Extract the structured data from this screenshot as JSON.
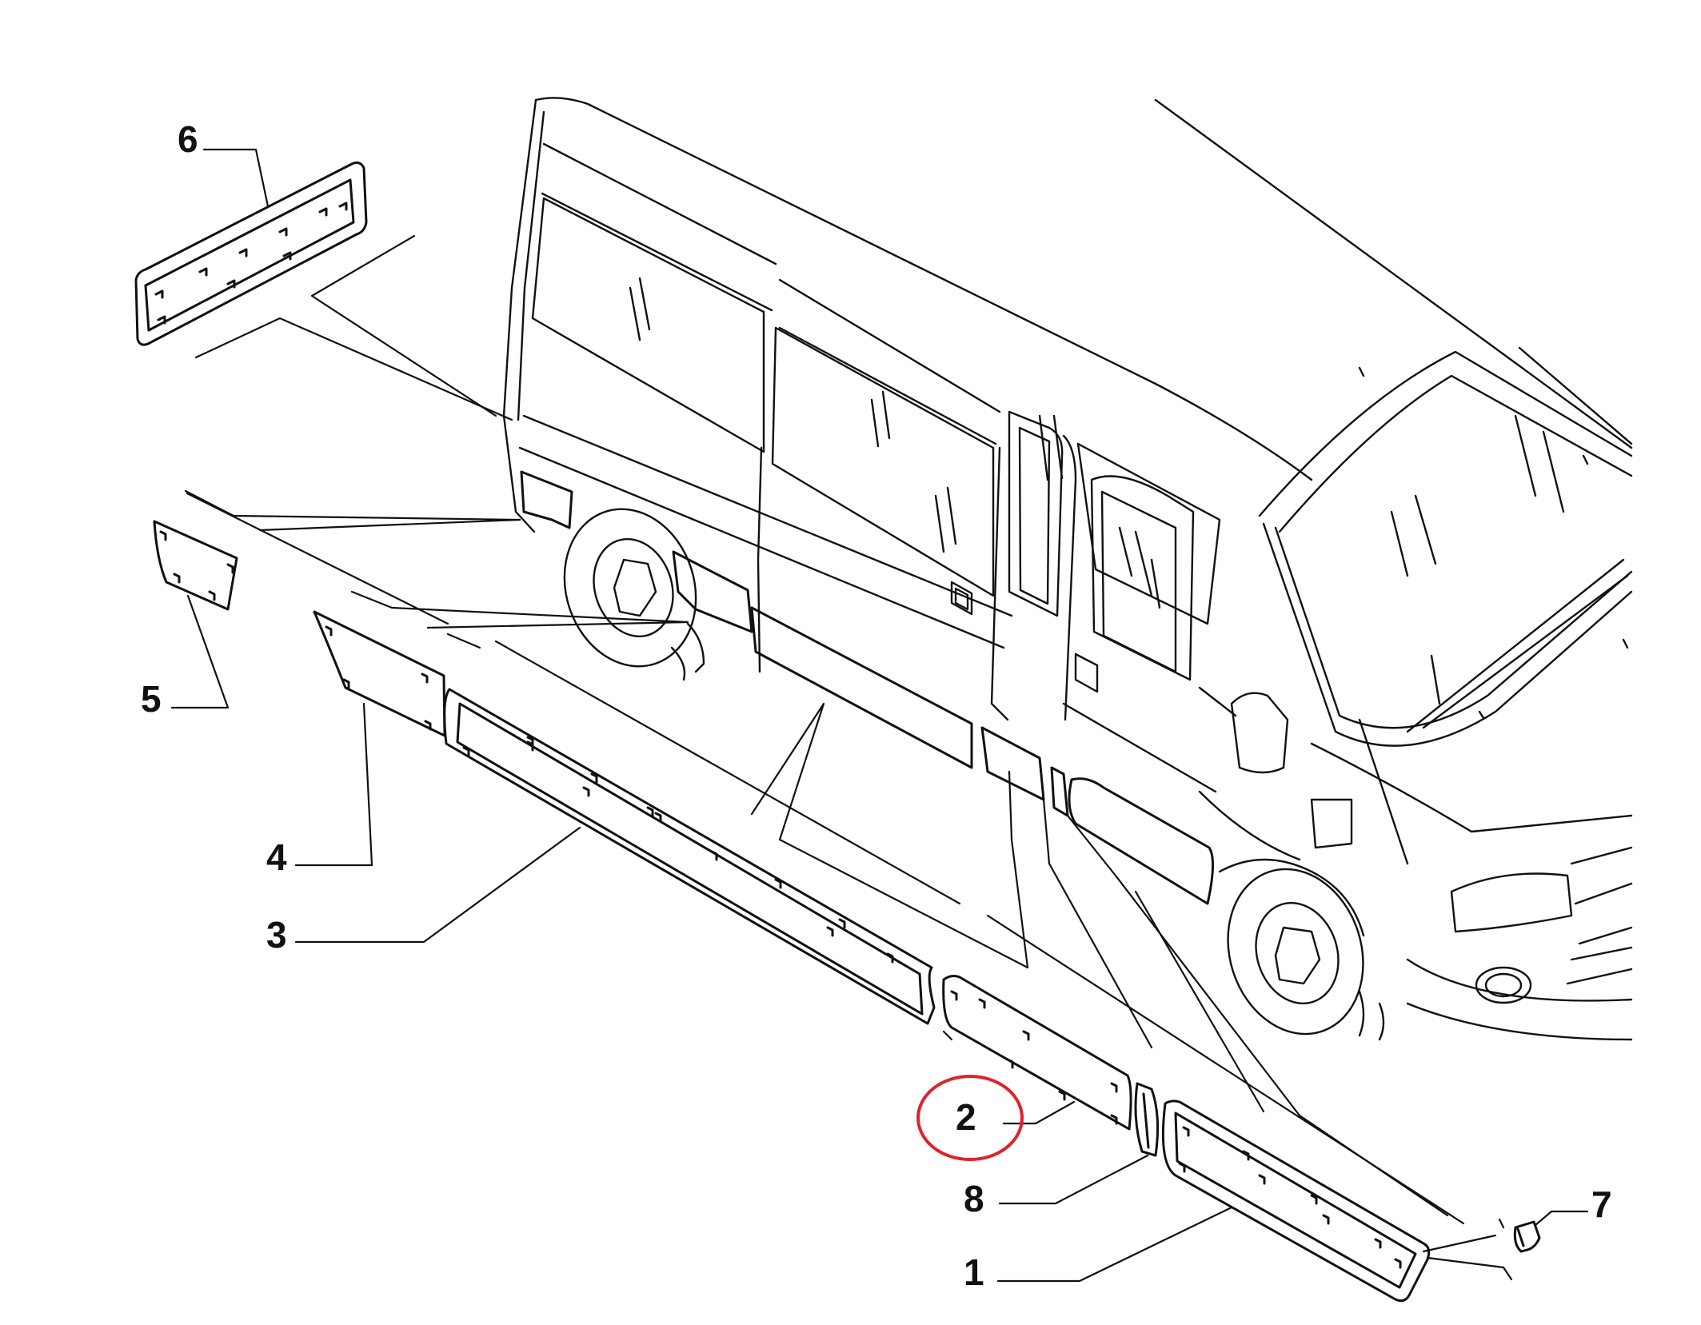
{
  "callouts": [
    {
      "id": "6",
      "label": "6"
    },
    {
      "id": "5",
      "label": "5"
    },
    {
      "id": "4",
      "label": "4"
    },
    {
      "id": "3",
      "label": "3"
    },
    {
      "id": "2",
      "label": "2",
      "highlighted": true
    },
    {
      "id": "8",
      "label": "8"
    },
    {
      "id": "1",
      "label": "1"
    },
    {
      "id": "7",
      "label": "7"
    }
  ],
  "colors": {
    "line": "#111111",
    "highlight": "#e0222a",
    "background": "#ffffff"
  }
}
